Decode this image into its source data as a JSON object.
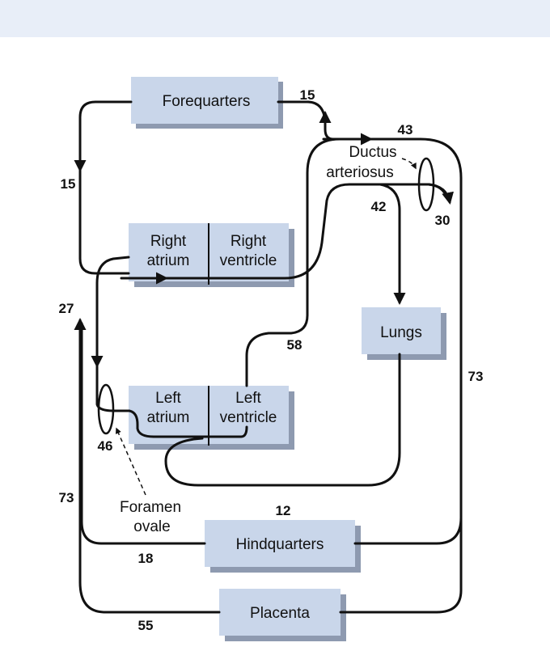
{
  "colors": {
    "box_fill": "#c9d6ea",
    "box_shadow": "#8e9ab0",
    "line": "#111111",
    "band": "#e8eef8"
  },
  "boxes": {
    "forequarters": "Forequarters",
    "right_atrium": [
      "Right",
      "atrium"
    ],
    "right_ventricle": [
      "Right",
      "ventricle"
    ],
    "left_atrium": [
      "Left",
      "atrium"
    ],
    "left_ventricle": [
      "Left",
      "ventricle"
    ],
    "lungs": "Lungs",
    "hindquarters": "Hindquarters",
    "placenta": "Placenta"
  },
  "labels": {
    "ductus_arteriosus": [
      "Ductus",
      "arteriosus"
    ],
    "foramen_ovale": [
      "Foramen",
      "ovale"
    ]
  },
  "flows": {
    "forequarters_out": "15",
    "forequarters_return": "15",
    "aorta_top": "43",
    "pulmonary_trunk": "42",
    "ductus": "30",
    "right_atrium_return": "27",
    "left_ventricle_out": "58",
    "descending_aorta": "73",
    "foramen_ovale": "46",
    "lower_return": "73",
    "lungs_return": "12",
    "hindquarters": "18",
    "placenta": "55"
  }
}
